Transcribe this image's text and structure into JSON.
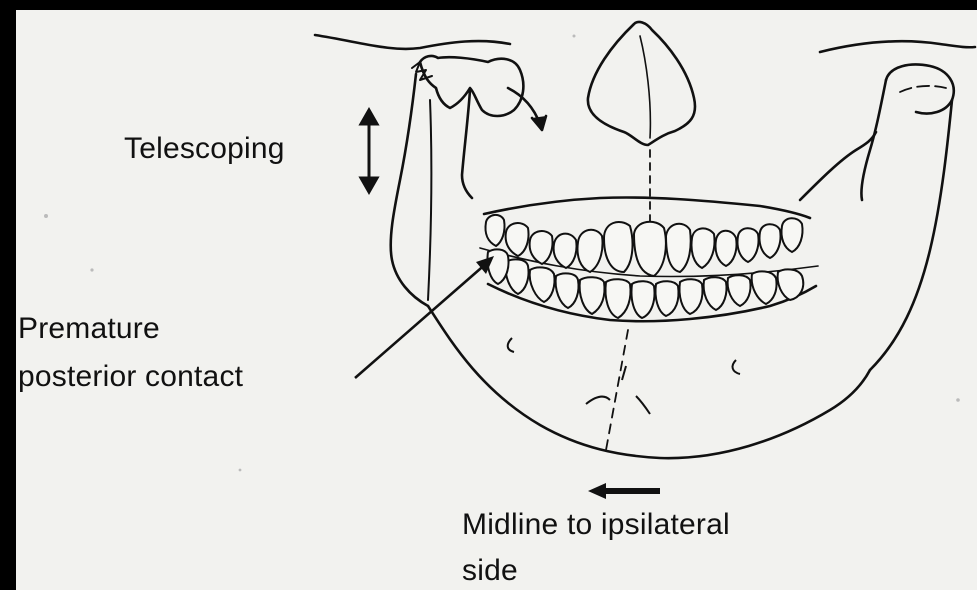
{
  "labels": {
    "telescoping": "Telescoping",
    "premature_line1": "Premature",
    "premature_line2": "posterior contact",
    "midline_line1": "Midline to ipsilateral",
    "midline_line2": "side"
  },
  "colors": {
    "frame": "#000000",
    "paper": "#f2f2ef",
    "ink": "#111111"
  }
}
